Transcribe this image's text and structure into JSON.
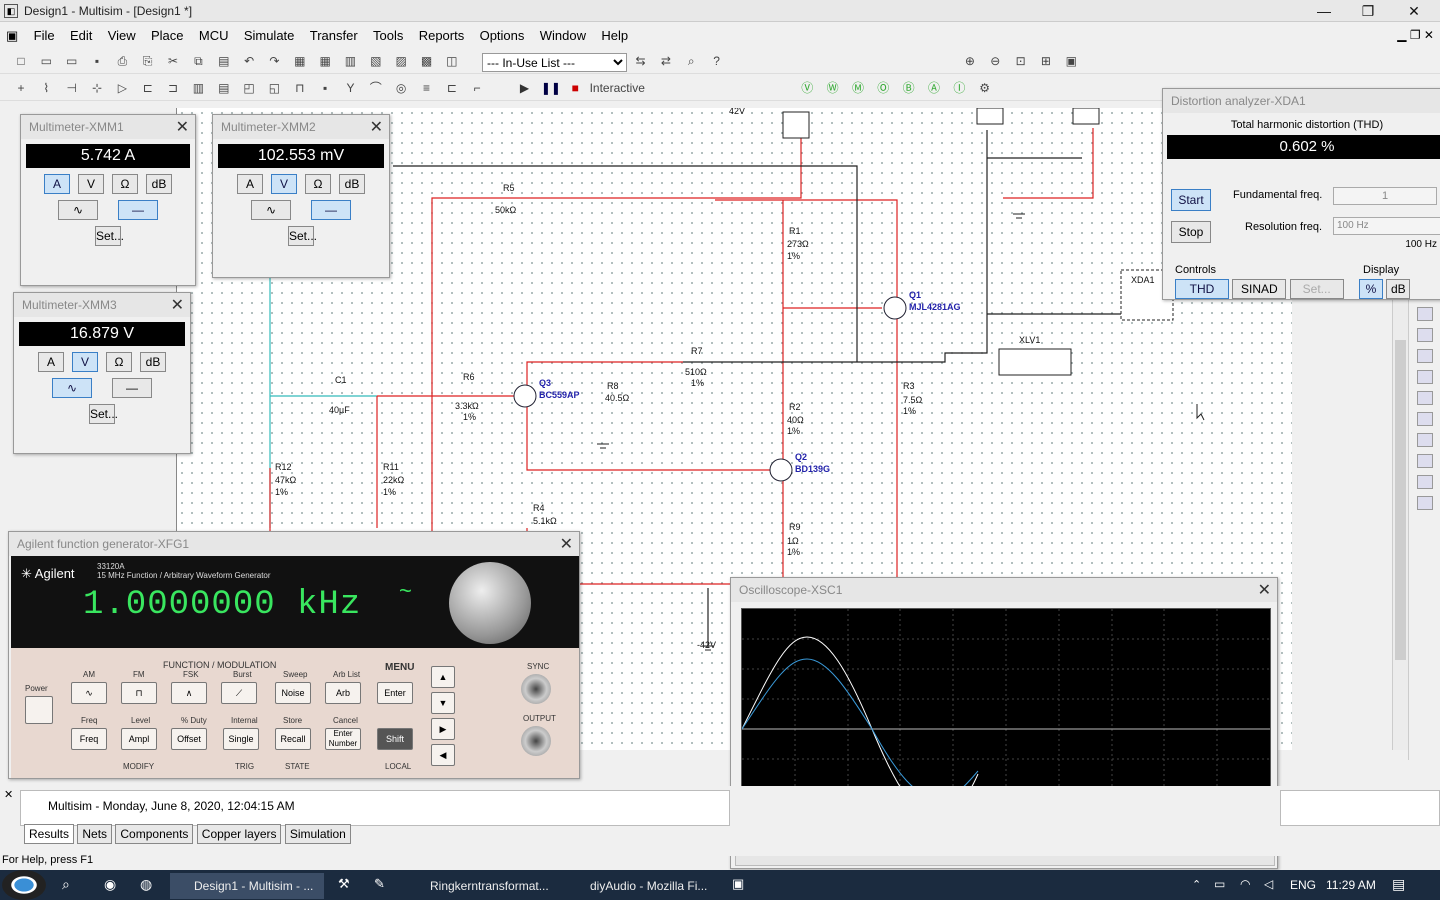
{
  "window": {
    "title": "Design1 - Multisim - [Design1 *]"
  },
  "menu": [
    "File",
    "Edit",
    "View",
    "Place",
    "MCU",
    "Simulate",
    "Transfer",
    "Tools",
    "Reports",
    "Options",
    "Window",
    "Help"
  ],
  "toolbar": {
    "inuse_list": "--- In-Use List ---",
    "interactive_label": "Interactive"
  },
  "multimeters": [
    {
      "title": "Multimeter-XMM1",
      "reading": "5.742 A",
      "buttons": [
        "A",
        "V",
        "Ω",
        "dB"
      ],
      "selected": "A",
      "set_label": "Set..."
    },
    {
      "title": "Multimeter-XMM2",
      "reading": "102.553 mV",
      "buttons": [
        "A",
        "V",
        "Ω",
        "dB"
      ],
      "selected": "V",
      "set_label": "Set..."
    },
    {
      "title": "Multimeter-XMM3",
      "reading": "16.879 V",
      "buttons": [
        "A",
        "V",
        "Ω",
        "dB"
      ],
      "selected": "V",
      "set_label": "Set..."
    }
  ],
  "distortion": {
    "title": "Distortion analyzer-XDA1",
    "thd_label": "Total harmonic distortion (THD)",
    "thd_value": "0.602 %",
    "start": "Start",
    "stop": "Stop",
    "fund_label": "Fundamental freq.",
    "fund_value": "1",
    "res_label": "Resolution freq.",
    "res_select": "100 Hz",
    "res_value": "100 Hz",
    "controls_label": "Controls",
    "thd_btn": "THD",
    "sinad_btn": "SINAD",
    "set_btn": "Set...",
    "display_label": "Display",
    "pct_btn": "%",
    "db_btn": "dB"
  },
  "function_generator": {
    "title": "Agilent function generator-XFG1",
    "brand": "Agilent",
    "model": "33120A",
    "subtitle": "15 MHz Function / Arbitrary Waveform Generator",
    "frequency": "1.0000000 kHz",
    "section_label": "FUNCTION / MODULATION",
    "menu_label": "MENU",
    "fn_labels": [
      "AM",
      "FM",
      "FSK",
      "Burst",
      "Sweep",
      "Arb List"
    ],
    "fn_keys": [
      "",
      "",
      "",
      "",
      "Noise",
      "Arb"
    ],
    "row2_labels": [
      "Freq",
      "Level",
      "% Duty",
      "Internal",
      "Store",
      "Cancel"
    ],
    "row2_keys": [
      "Freq",
      "Ampl",
      "Offset",
      "Single",
      "Recall",
      "Enter Number"
    ],
    "enter": "Enter",
    "shift": "Shift",
    "power": "Power",
    "sync": "SYNC",
    "output": "OUTPUT",
    "footer": [
      "MODIFY",
      "TRIG",
      "STATE",
      "LOCAL"
    ]
  },
  "oscilloscope": {
    "title": "Oscilloscope-XSC1"
  },
  "circuit": {
    "components": [
      {
        "ref": "R5",
        "value": "50kΩ"
      },
      {
        "ref": "R1",
        "value": "273Ω",
        "tol": "1%"
      },
      {
        "ref": "Q1",
        "value": "MJL4281AG"
      },
      {
        "ref": "C1",
        "value": "40µF"
      },
      {
        "ref": "R6",
        "value": "3.3kΩ",
        "tol": "1%"
      },
      {
        "ref": "Q3",
        "value": "BC559AP"
      },
      {
        "ref": "R8",
        "value": "40.5Ω"
      },
      {
        "ref": "R7",
        "value": "510Ω",
        "tol": "1%"
      },
      {
        "ref": "R3",
        "value": "7.5Ω",
        "tol": "1%"
      },
      {
        "ref": "R2",
        "value": "40Ω",
        "tol": "1%"
      },
      {
        "ref": "Q2",
        "value": "BD139G"
      },
      {
        "ref": "R12",
        "value": "47kΩ",
        "tol": "1%"
      },
      {
        "ref": "R11",
        "value": "22kΩ",
        "tol": "1%"
      },
      {
        "ref": "R4",
        "value": "5.1kΩ"
      },
      {
        "ref": "R9",
        "value": "1Ω",
        "tol": "1%"
      }
    ],
    "supply_pos": "42V",
    "supply_neg": "-42V",
    "xlv": "XLV1",
    "xda": "XDA1"
  },
  "status": {
    "log": "Multisim  -  Monday, June 8, 2020, 12:04:15 AM",
    "tabs": [
      "Results",
      "Nets",
      "Components",
      "Copper layers",
      "Simulation"
    ],
    "help": "For Help, press F1"
  },
  "taskbar": {
    "items": [
      "Design1 - Multisim - ...",
      "Ringkerntransformat...",
      "diyAudio - Mozilla Fi..."
    ],
    "lang": "ENG",
    "time": "11:29 AM"
  }
}
